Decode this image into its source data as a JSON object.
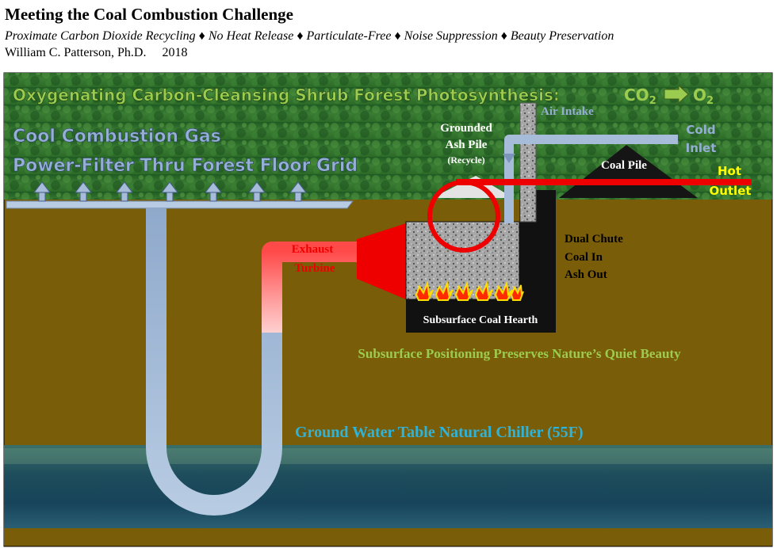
{
  "header": {
    "title": "Meeting the Coal Combustion Challenge",
    "subtitle": "Proximate Carbon Dioxide Recycling ♦ No Heat Release ♦ Particulate-Free  ♦ Noise Suppression ♦ Beauty Preservation",
    "author": "William C. Patterson, Ph.D.",
    "year": "2018"
  },
  "labels": {
    "forest_banner_prefix": "Oxygenating Carbon-Cleansing Shrub Forest Photosynthesis:",
    "co2": "CO",
    "co2_sub": "2",
    "o2": "O",
    "o2_sub": "2",
    "cool_gas": "Cool Combustion Gas",
    "power_filter": "Power-Filter Thru Forest Floor Grid",
    "air_intake": "Air Intake",
    "ash_pile_1": "Grounded",
    "ash_pile_2": "Ash Pile",
    "ash_pile_3": "(Recycle)",
    "coal_pile": "Coal Pile",
    "cold_1": "Cold",
    "cold_2": "Inlet",
    "hot_1": "Hot",
    "hot_2": "Outlet",
    "exhaust_1": "Exhaust",
    "exhaust_2": "Turbine",
    "dual_1": "Dual Chute",
    "dual_2": "Coal In",
    "dual_3": "Ash Out",
    "hearth": "Subsurface Coal Hearth",
    "positioning": "Subsurface Positioning Preserves Nature’s Quiet Beauty",
    "ground_water": "Ground Water Table Natural Chiller (55F)"
  },
  "colors": {
    "soil": "#7a5d08",
    "forest": "#2f6e2a",
    "water": "#1f4f5e",
    "pipe": "#a6bcd8",
    "hot_pipe": "#ff6b6b",
    "red": "#ff0000",
    "label_blue": "#95aed4",
    "label_green": "#9ccc4f",
    "yellow": "#ffff00"
  }
}
